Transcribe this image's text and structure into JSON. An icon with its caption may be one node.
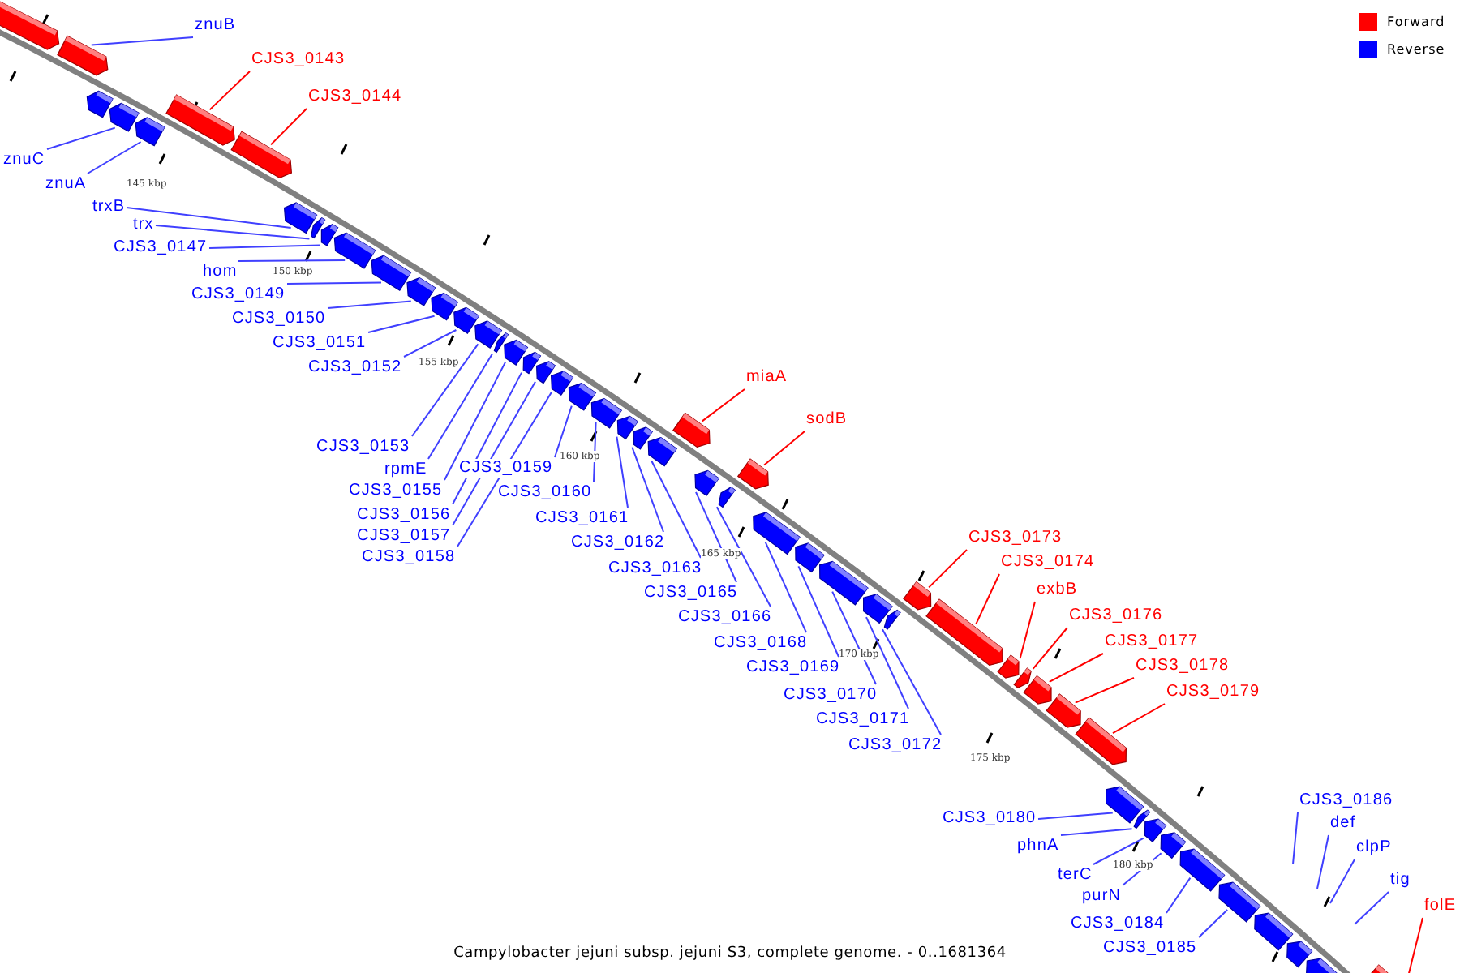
{
  "diagram": {
    "caption": "Campylobacter jejuni subsp. jejuni S3, complete genome. - 0..1681364",
    "nodes": [
      {
        "text": [
          "znuB"
        ]
      },
      {
        "text": [
          "CJS3_0143"
        ]
      },
      {
        "text": [
          "CJS3_0144"
        ]
      },
      {
        "text": [
          "znuC"
        ]
      },
      {
        "text": [
          "znuA"
        ]
      },
      {
        "text": [
          "trxB"
        ]
      },
      {
        "text": [
          "trx"
        ]
      },
      {
        "text": [
          "CJS3_0147"
        ]
      },
      {
        "text": [
          "hom"
        ]
      },
      {
        "text": [
          "CJS3_0149"
        ]
      },
      {
        "text": [
          "CJS3_0150"
        ]
      },
      {
        "text": [
          "CJS3_0151"
        ]
      },
      {
        "text": [
          "CJS3_0152"
        ]
      },
      {
        "text": [
          "miaA"
        ]
      },
      {
        "text": [
          "sodB"
        ]
      },
      {
        "text": [
          "CJS3_0153"
        ]
      },
      {
        "text": [
          "rpmE"
        ]
      },
      {
        "text": [
          "CJS3_0159"
        ]
      },
      {
        "text": [
          "CJS3_0155"
        ]
      },
      {
        "text": [
          "CJS3_0160"
        ]
      },
      {
        "text": [
          "CJS3_0156"
        ]
      },
      {
        "text": [
          "CJS3_0161"
        ]
      },
      {
        "text": [
          "CJS3_0157"
        ]
      },
      {
        "text": [
          "CJS3_0162"
        ]
      },
      {
        "text": [
          "CJS3_0158"
        ]
      },
      {
        "text": [
          "CJS3_0163"
        ]
      },
      {
        "text": [
          "CJS3_0165"
        ]
      },
      {
        "text": [
          "CJS3_0173"
        ]
      },
      {
        "text": [
          "CJS3_0174"
        ]
      },
      {
        "text": [
          "CJS3_0166"
        ]
      },
      {
        "text": [
          "exbB"
        ]
      },
      {
        "text": [
          "CJS3_0168"
        ]
      },
      {
        "text": [
          "CJS3_0176"
        ]
      },
      {
        "text": [
          "CJS3_0169"
        ]
      },
      {
        "text": [
          "CJS3_0177"
        ]
      },
      {
        "text": [
          "CJS3_0178"
        ]
      },
      {
        "text": [
          "CJS3_0170"
        ]
      },
      {
        "text": [
          "CJS3_0179"
        ]
      },
      {
        "text": [
          "CJS3_0171"
        ]
      },
      {
        "text": [
          "CJS3_0172"
        ]
      },
      {
        "text": [
          "CJS3_0186"
        ]
      },
      {
        "text": [
          "CJS3_0180"
        ]
      },
      {
        "text": [
          "def"
        ]
      },
      {
        "text": [
          "phnA"
        ]
      },
      {
        "text": [
          "clpP"
        ]
      },
      {
        "text": [
          "terC"
        ]
      },
      {
        "text": [
          "tig"
        ]
      },
      {
        "text": [
          "purN"
        ]
      },
      {
        "text": [
          "folE"
        ]
      },
      {
        "text": [
          "CJS3_0184"
        ]
      },
      {
        "text": [
          "CJS3_0185"
        ]
      },
      {
        "text": [],
        "shape": "bar"
      },
      {
        "text": [],
        "shape": "bar"
      },
      {
        "text": [],
        "shape": "bar"
      },
      {
        "text": [],
        "shape": "bar"
      },
      {
        "text": [],
        "shape": "bar"
      },
      {
        "text": [],
        "shape": "bar"
      },
      {
        "text": [],
        "shape": "bar"
      },
      {
        "text": [],
        "shape": "bar"
      },
      {
        "text": [],
        "shape": "bar"
      },
      {
        "text": [],
        "shape": "bar"
      },
      {
        "text": [],
        "shape": "bar"
      },
      {
        "text": [],
        "shape": "bar"
      },
      {
        "text": [],
        "shape": "bar"
      },
      {
        "text": [],
        "shape": "bar"
      },
      {
        "text": [],
        "shape": "bar"
      },
      {
        "text": [],
        "shape": "bar"
      },
      {
        "text": [],
        "shape": "bar"
      },
      {
        "text": [],
        "shape": "bar"
      },
      {
        "text": [],
        "shape": "bar"
      },
      {
        "text": [],
        "shape": "bar"
      },
      {
        "text": [],
        "shape": "bar"
      },
      {
        "text": [],
        "shape": "bar"
      },
      {
        "text": [],
        "shape": "bar"
      },
      {
        "text": [],
        "shape": "bar"
      },
      {
        "text": [],
        "shape": "bar"
      },
      {
        "text": [],
        "shape": "bar"
      },
      {
        "text": [],
        "shape": "bar"
      },
      {
        "text": [],
        "shape": "bar"
      },
      {
        "text": [],
        "shape": "bar"
      },
      {
        "text": [],
        "shape": "bar"
      },
      {
        "text": [],
        "shape": "bar"
      },
      {
        "text": [],
        "shape": "bar"
      },
      {
        "text": [],
        "shape": "bar"
      },
      {
        "text": [],
        "shape": "bar"
      },
      {
        "text": [],
        "shape": "bar"
      },
      {
        "text": [],
        "shape": "bar"
      },
      {
        "text": [],
        "shape": "bar"
      },
      {
        "text": [],
        "shape": "bar"
      },
      {
        "text": [],
        "shape": "bar"
      },
      {
        "text": [],
        "shape": "bar"
      },
      {
        "text": [],
        "shape": "bar"
      },
      {
        "text": [],
        "shape": "bar"
      },
      {
        "text": [],
        "shape": "bar"
      },
      {
        "text": [],
        "shape": "bar"
      },
      {
        "text": [],
        "shape": "bar"
      },
      {
        "text": [],
        "shape": "bar"
      },
      {
        "text": [],
        "shape": "bar"
      },
      {
        "text": [],
        "shape": "bar"
      },
      {
        "text": [],
        "shape": "bar"
      },
      {
        "text": [],
        "shape": "bar"
      },
      {
        "text": [],
        "shape": "bar"
      },
      {
        "text": [],
        "shape": "bar"
      }
    ],
    "edges": [
      {
        "from": 0,
        "to": 52,
        "arrow": "none"
      },
      {
        "from": 1,
        "to": 56,
        "arrow": "none",
        "color": "#ff0000"
      },
      {
        "from": 2,
        "to": 57,
        "arrow": "none",
        "color": "#ff0000"
      },
      {
        "from": 3,
        "to": 54,
        "arrow": "none"
      },
      {
        "from": 4,
        "to": 55,
        "arrow": "none"
      },
      {
        "from": 5,
        "to": 58,
        "arrow": "none"
      },
      {
        "from": 6,
        "to": 59,
        "arrow": "none"
      },
      {
        "from": 7,
        "to": 60,
        "arrow": "none"
      },
      {
        "from": 8,
        "to": 61,
        "arrow": "none"
      },
      {
        "from": 9,
        "to": 62,
        "arrow": "none"
      },
      {
        "from": 10,
        "to": 63,
        "arrow": "none"
      },
      {
        "from": 11,
        "to": 64,
        "arrow": "none"
      },
      {
        "from": 12,
        "to": 65,
        "arrow": "none"
      },
      {
        "from": 13,
        "to": 77,
        "arrow": "none",
        "color": "#ff0000"
      },
      {
        "from": 14,
        "to": 80,
        "arrow": "none",
        "color": "#ff0000"
      },
      {
        "from": 15,
        "to": 66,
        "arrow": "none"
      },
      {
        "from": 16,
        "to": 67,
        "arrow": "none"
      },
      {
        "from": 17,
        "to": 72,
        "arrow": "none"
      },
      {
        "from": 18,
        "to": 68,
        "arrow": "none"
      },
      {
        "from": 19,
        "to": 73,
        "arrow": "none"
      },
      {
        "from": 20,
        "to": 69,
        "arrow": "none"
      },
      {
        "from": 21,
        "to": 74,
        "arrow": "none"
      },
      {
        "from": 22,
        "to": 70,
        "arrow": "none"
      },
      {
        "from": 23,
        "to": 75,
        "arrow": "none"
      },
      {
        "from": 24,
        "to": 71,
        "arrow": "none"
      },
      {
        "from": 25,
        "to": 76,
        "arrow": "none"
      },
      {
        "from": 26,
        "to": 78,
        "arrow": "none"
      },
      {
        "from": 27,
        "to": 86,
        "arrow": "none",
        "color": "#ff0000"
      },
      {
        "from": 28,
        "to": 87,
        "arrow": "none",
        "color": "#ff0000"
      },
      {
        "from": 29,
        "to": 79,
        "arrow": "none"
      },
      {
        "from": 30,
        "to": 88,
        "arrow": "none",
        "color": "#ff0000"
      },
      {
        "from": 31,
        "to": 81,
        "arrow": "none"
      },
      {
        "from": 32,
        "to": 89,
        "arrow": "none",
        "color": "#ff0000"
      },
      {
        "from": 33,
        "to": 82,
        "arrow": "none"
      },
      {
        "from": 34,
        "to": 90,
        "arrow": "none",
        "color": "#ff0000"
      },
      {
        "from": 35,
        "to": 91,
        "arrow": "none",
        "color": "#ff0000"
      },
      {
        "from": 36,
        "to": 83,
        "arrow": "none"
      },
      {
        "from": 37,
        "to": 92,
        "arrow": "none",
        "color": "#ff0000"
      },
      {
        "from": 38,
        "to": 84,
        "arrow": "none"
      },
      {
        "from": 39,
        "to": 85,
        "arrow": "none"
      },
      {
        "from": 40,
        "to": null,
        "arrow": "none"
      },
      {
        "from": 41,
        "to": 93,
        "arrow": "none"
      },
      {
        "from": 42,
        "to": null,
        "arrow": "none"
      },
      {
        "from": 43,
        "to": 94,
        "arrow": "none"
      },
      {
        "from": 44,
        "to": null,
        "arrow": "none"
      },
      {
        "from": 45,
        "to": 95,
        "arrow": "none"
      },
      {
        "from": 46,
        "to": null,
        "arrow": "none"
      },
      {
        "from": 47,
        "to": 96,
        "arrow": "none"
      },
      {
        "from": 48,
        "to": 102,
        "arrow": "none",
        "color": "#ff0000"
      },
      {
        "from": 49,
        "to": 97,
        "arrow": "none"
      },
      {
        "from": 50,
        "to": 98,
        "arrow": "none"
      }
    ],
    "labels": [
      "145 kbp",
      "150 kbp",
      "155 kbp",
      "160 kbp",
      "165 kbp",
      "170 kbp",
      "175 kbp",
      "180 kbp"
    ],
    "legend": [
      {
        "text": "Forward",
        "color": "#ff0000"
      },
      {
        "text": "Reverse",
        "color": "#0000ff"
      }
    ]
  }
}
